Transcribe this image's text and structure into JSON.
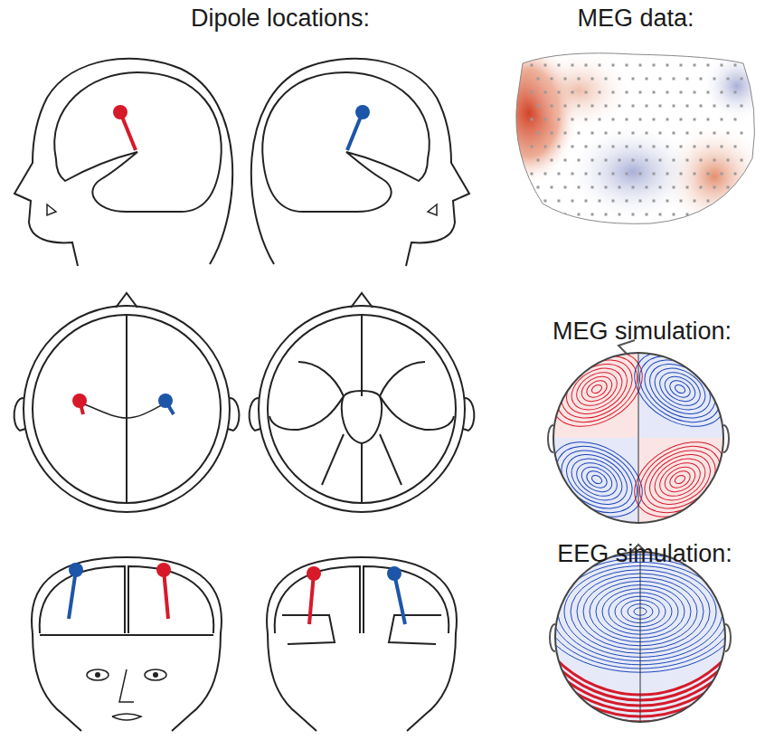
{
  "diagram": {
    "labels": [
      "Dipole locations:",
      "MEG data:",
      "MEG simulation:",
      "EEG simulation:"
    ]
  }
}
